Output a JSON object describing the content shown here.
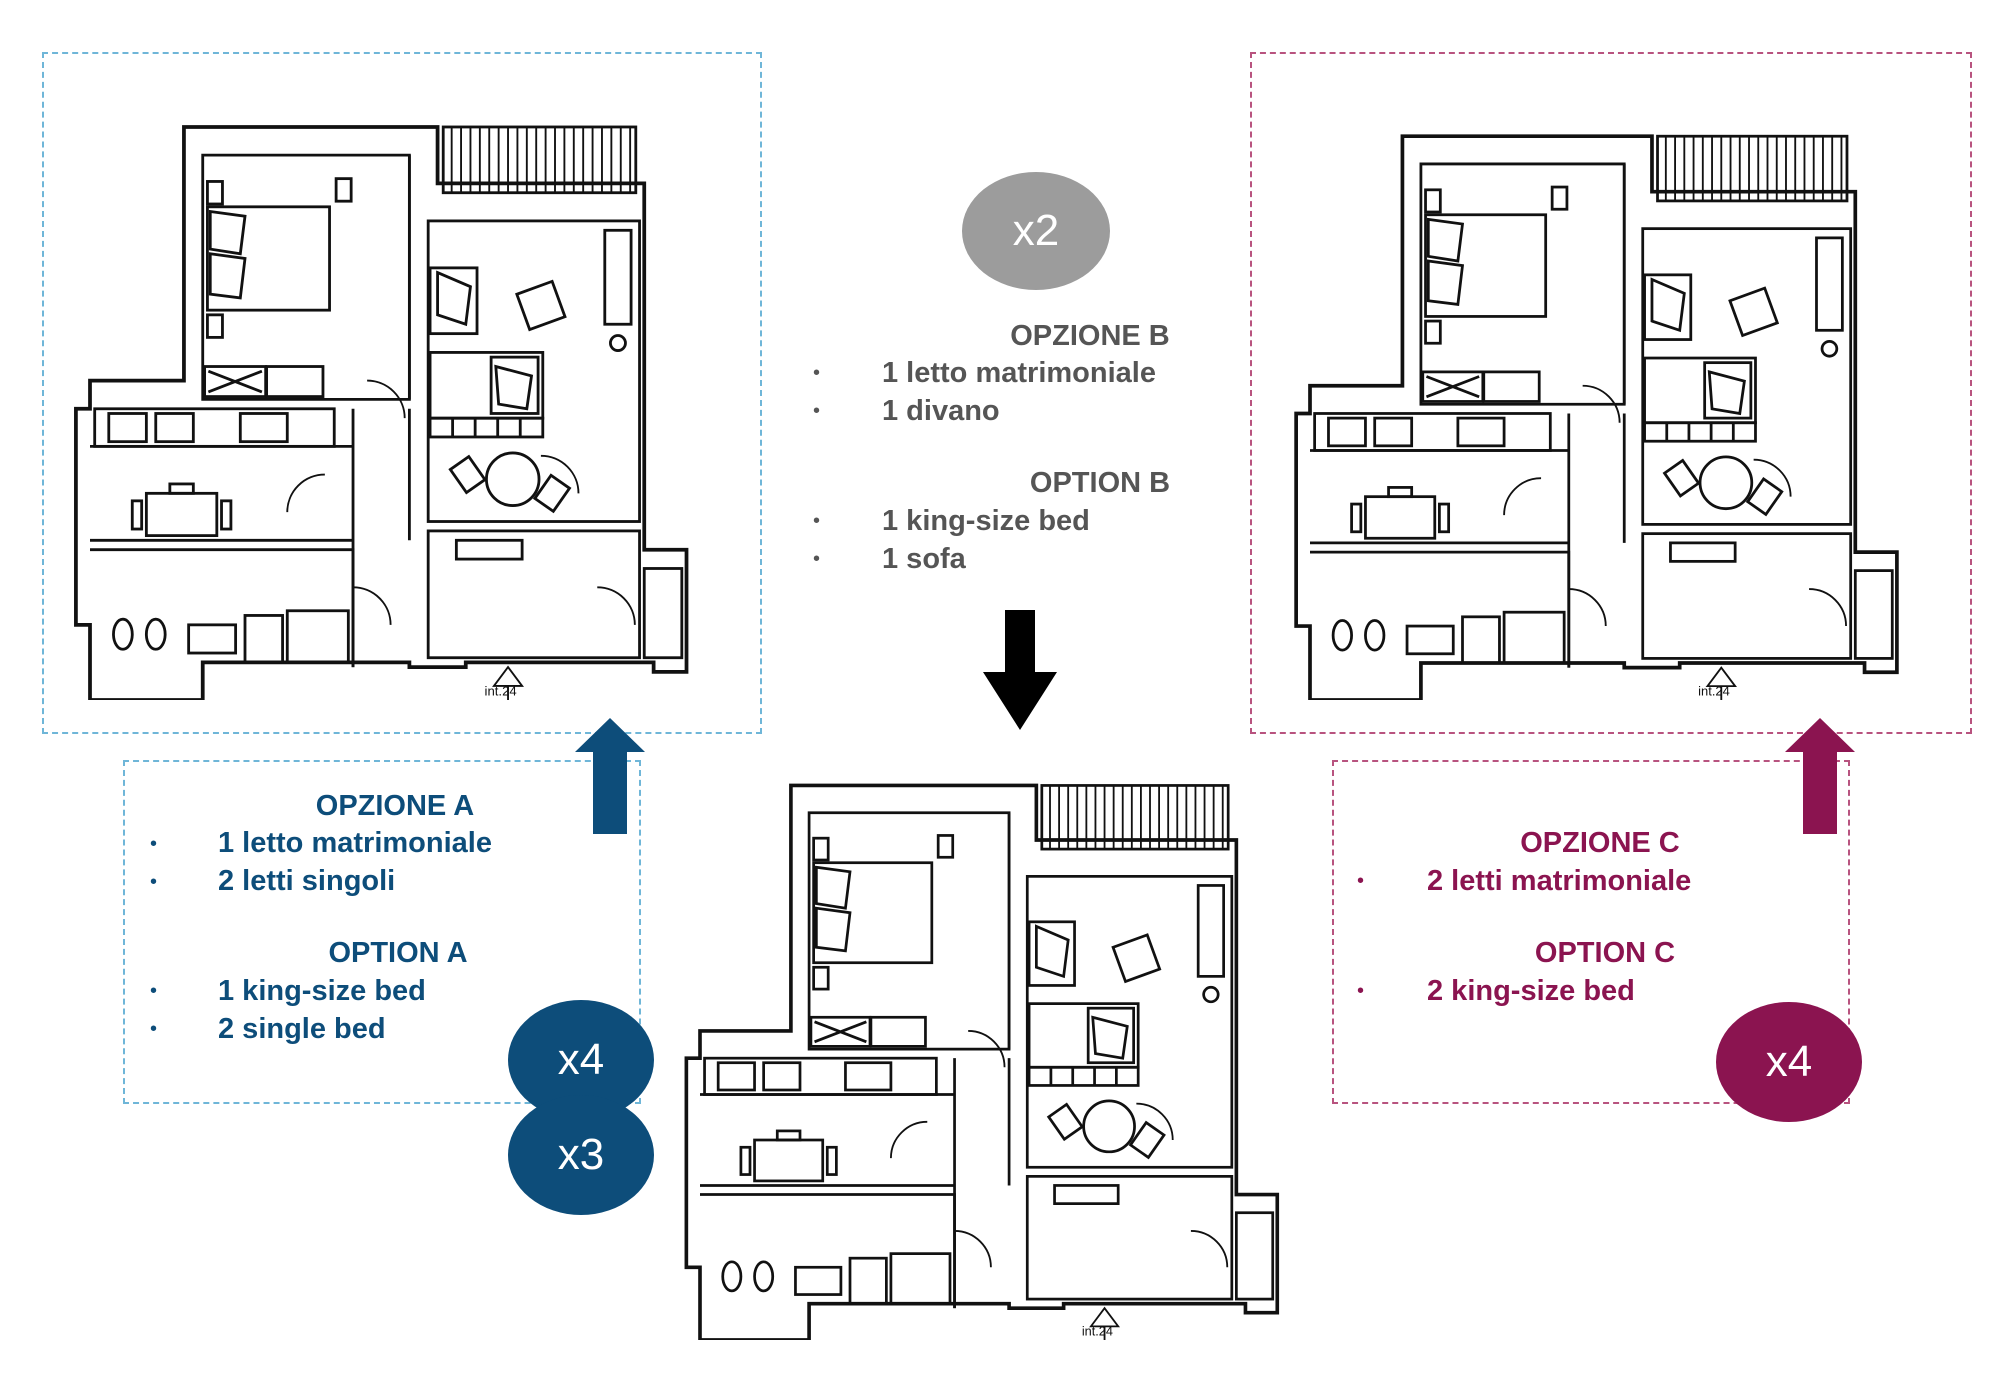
{
  "colors": {
    "option_a": "#0d4d7a",
    "option_b": "#555555",
    "option_c": "#8b1450",
    "badge_b": "#9c9c9c",
    "frame_a": "#6fb6d8",
    "frame_c": "#b8537f"
  },
  "plan_label": "int.24",
  "option_b": {
    "badge": "x2",
    "it_title": "OPZIONE B",
    "it_items": [
      "1 letto matrimoniale",
      "1 divano"
    ],
    "en_title": "OPTION B",
    "en_items": [
      "1 king-size bed",
      "1 sofa"
    ]
  },
  "option_a": {
    "it_title": "OPZIONE A",
    "it_items": [
      "1 letto matrimoniale",
      "2 letti singoli"
    ],
    "en_title": "OPTION A",
    "en_items": [
      "1 king-size bed",
      "2 single bed"
    ],
    "badges": [
      "x4",
      "x3"
    ]
  },
  "option_c": {
    "it_title": "OPZIONE C",
    "it_items": [
      "2 letti matrimoniale"
    ],
    "en_title": "OPTION C",
    "en_items": [
      "2 king-size bed"
    ],
    "badge": "x4"
  },
  "icons": [
    "arrow-down-icon",
    "arrow-up-icon",
    "bullet-icon"
  ]
}
